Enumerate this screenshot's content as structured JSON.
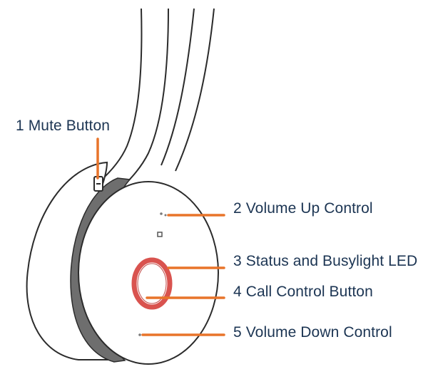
{
  "callouts": [
    {
      "number": "1",
      "label": "1 Mute Button"
    },
    {
      "number": "2",
      "label": "2 Volume Up Control"
    },
    {
      "number": "3",
      "label": "3 Status and Busylight LED"
    },
    {
      "number": "4",
      "label": "4 Call Control Button"
    },
    {
      "number": "5",
      "label": "5 Volume Down Control"
    }
  ],
  "colors": {
    "label_text": "#1c3553",
    "leader_line": "#e8742a",
    "led_ring": "#d9534f",
    "outline": "#2b2b2b",
    "cushion_band": "#6e6e6e"
  },
  "icons": {
    "volume_up": "plus-icon",
    "volume_down": "minus-icon",
    "mute": "microphone-slider-icon"
  }
}
